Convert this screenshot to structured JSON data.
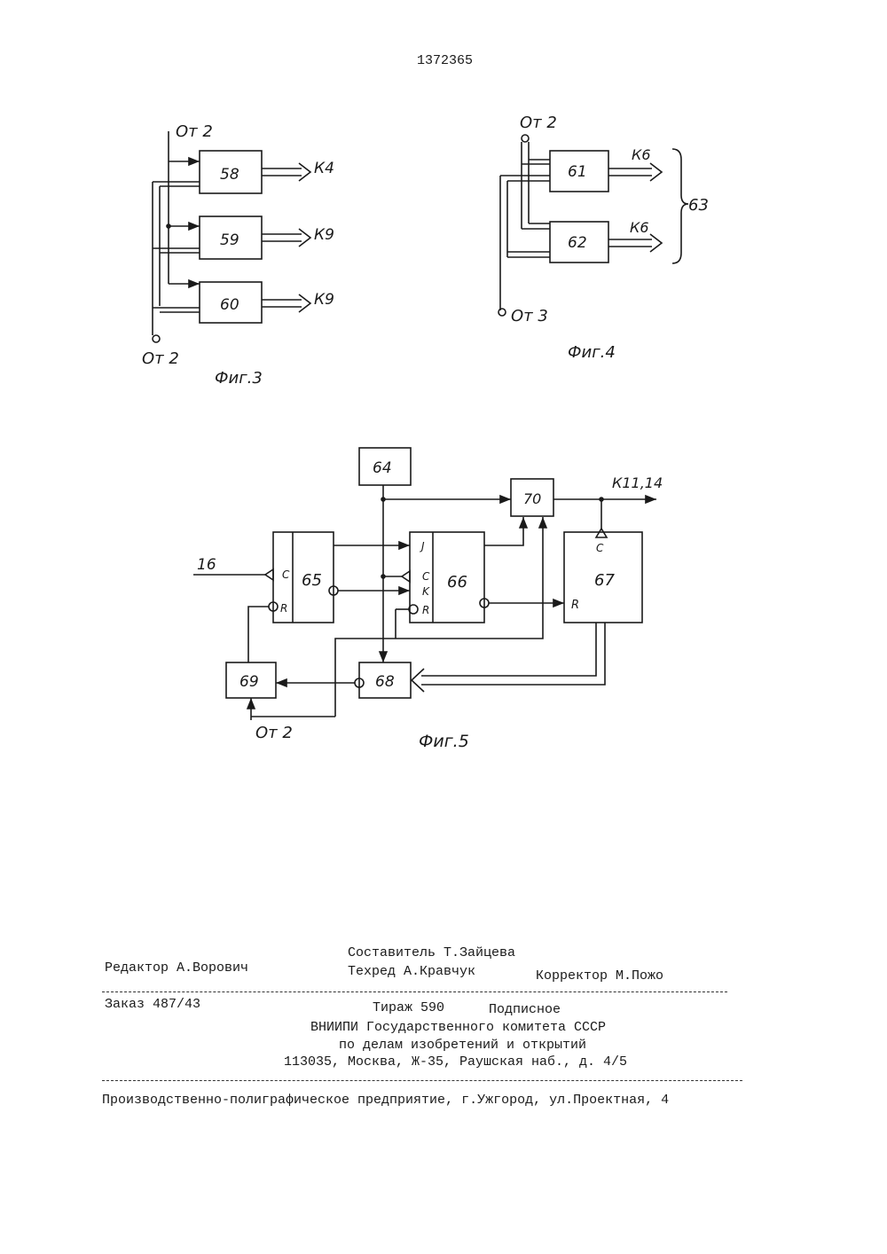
{
  "patent_number": "1372365",
  "fig3": {
    "caption": "Фиг.3",
    "input_top": "От 2",
    "input_bottom": "От 2",
    "blocks": [
      {
        "id": "58",
        "output": "К4"
      },
      {
        "id": "59",
        "output": "К9"
      },
      {
        "id": "60",
        "output": "К9"
      }
    ]
  },
  "fig4": {
    "caption": "Фиг.4",
    "input_top": "От 2",
    "input_bottom": "От 3",
    "group_label": "63",
    "blocks": [
      {
        "id": "61",
        "output": "К6"
      },
      {
        "id": "62",
        "output": "К6"
      }
    ]
  },
  "fig5": {
    "caption": "Фиг.5",
    "output_label": "К11,14",
    "input_left": "16",
    "input_bottom": "От 2",
    "blocks": {
      "b64": "64",
      "b65": "65",
      "b66": "66",
      "b67": "67",
      "b68": "68",
      "b69": "69",
      "b70": "70"
    },
    "pins": {
      "c": "C",
      "r": "R",
      "j": "J",
      "k": "K"
    }
  },
  "footer": {
    "compiler": "Составитель Т.Зайцева",
    "editor": "Редактор А.Ворович",
    "techred": "Техред А.Кравчук",
    "corrector": "Корректор М.Пожо",
    "order": "Заказ 487/43",
    "circulation": "Тираж 590",
    "subscription": "Подписное",
    "org_line1": "ВНИИПИ Государственного комитета СССР",
    "org_line2": "по делам изобретений и открытий",
    "address": "113035, Москва, Ж-35, Раушская наб., д. 4/5",
    "printer": "Производственно-полиграфическое предприятие, г.Ужгород, ул.Проектная, 4"
  }
}
